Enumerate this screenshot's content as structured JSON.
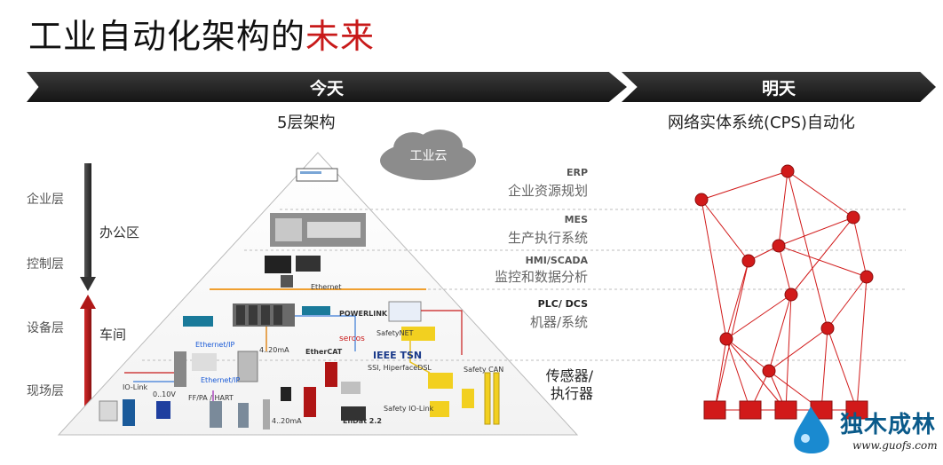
{
  "title": {
    "main": "工业自动化架构的",
    "accent": "未来"
  },
  "bands": {
    "today": "今天",
    "tomorrow": "明天"
  },
  "subtitles": {
    "left": "5层架构",
    "right": "网络实体系统(CPS)自动化"
  },
  "cloud": "工业云",
  "layers": [
    "企业层",
    "控制层",
    "设备层",
    "现场层"
  ],
  "arrows": {
    "office": "办公区",
    "workshop": "车间"
  },
  "pyramid_levels": [
    {
      "en": "ERP",
      "cn": "企业资源规划"
    },
    {
      "en": "MES",
      "cn": "生产执行系统"
    },
    {
      "en": "HMI/SCADA",
      "cn": "监控和数据分析"
    },
    {
      "en": "PLC/ DCS",
      "cn": "机器/系统"
    },
    {
      "en": "",
      "cn": "传感器/"
    },
    {
      "en": "",
      "cn": "执行器"
    }
  ],
  "device_labels": {
    "ethernet": "Ethernet",
    "ethernetip1": "Ethernet/IP",
    "ethernetip2": "Ethernet/IP",
    "ma1": "4..20mA",
    "ma2": "4..20mA",
    "v10": "0..10V",
    "ffpa": "FF/PA / HART",
    "iolink1": "IO-Link",
    "iolink2": "Safety IO-Link",
    "ssi": "SSI, HiperfaceDSL",
    "enDat": "EnDat 2.2",
    "safetynet": "SafetyNET",
    "safetycan": "Safety CAN",
    "ieee": "IEEE TSN",
    "sercos": "sercos",
    "ethercat": "EtherCAT",
    "powerlink": "POWERLINK"
  },
  "watermark": {
    "text": "独木成林",
    "url": "www.guofs.com"
  },
  "colors": {
    "accent": "#c81a1a",
    "band": "#1e1e1e",
    "node": "#d11a1a"
  }
}
